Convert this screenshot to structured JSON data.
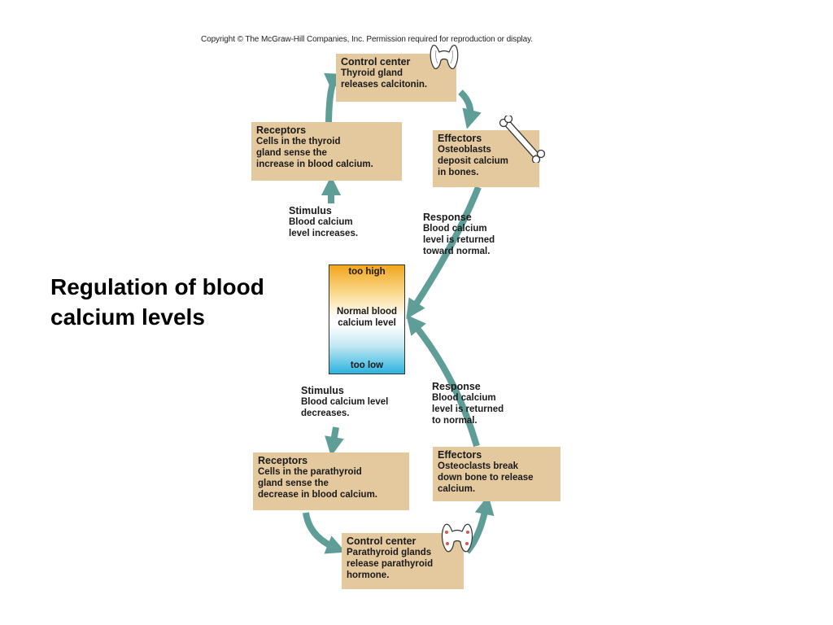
{
  "copyright": "Copyright © The McGraw-Hill Companies, Inc. Permission required for reproduction or display.",
  "title": "Regulation of blood calcium levels",
  "high_loop": {
    "control_center": {
      "heading": "Control center",
      "lines": [
        "Thyroid gland",
        "releases calcitonin."
      ]
    },
    "effectors": {
      "heading": "Effectors",
      "lines": [
        "Osteoblasts",
        "deposit calcium",
        "in bones."
      ]
    },
    "response": {
      "heading": "Response",
      "lines": [
        "Blood calcium",
        "level is returned",
        "toward normal."
      ]
    },
    "stimulus": {
      "heading": "Stimulus",
      "lines": [
        "Blood calcium",
        "level increases."
      ]
    },
    "receptors": {
      "heading": "Receptors",
      "lines": [
        "Cells in the thyroid",
        "gland sense the",
        "increase in blood calcium."
      ]
    }
  },
  "gauge": {
    "high": "too high",
    "normal_lines": [
      "Normal blood",
      "calcium level"
    ],
    "low": "too low"
  },
  "low_loop": {
    "stimulus": {
      "heading": "Stimulus",
      "lines": [
        "Blood calcium level",
        "decreases."
      ]
    },
    "receptors": {
      "heading": "Receptors",
      "lines": [
        "Cells in the parathyroid",
        "gland sense the",
        "decrease in blood calcium."
      ]
    },
    "control_center": {
      "heading": "Control center",
      "lines": [
        "Parathyroid glands",
        "release parathyroid",
        "hormone."
      ]
    },
    "effectors": {
      "heading": "Effectors",
      "lines": [
        "Osteoclasts break",
        "down bone to release",
        "calcium."
      ]
    },
    "response": {
      "heading": "Response",
      "lines": [
        "Blood calcium",
        "level is returned",
        "to normal."
      ]
    }
  },
  "colors": {
    "box_fill": "#e5c99e",
    "arrow": "#5f9e97",
    "gauge_high": "#f2a61c",
    "gauge_low": "#2bb3e0"
  },
  "icons": [
    "thyroid-gland-icon",
    "bone-icon",
    "parathyroid-gland-icon"
  ]
}
